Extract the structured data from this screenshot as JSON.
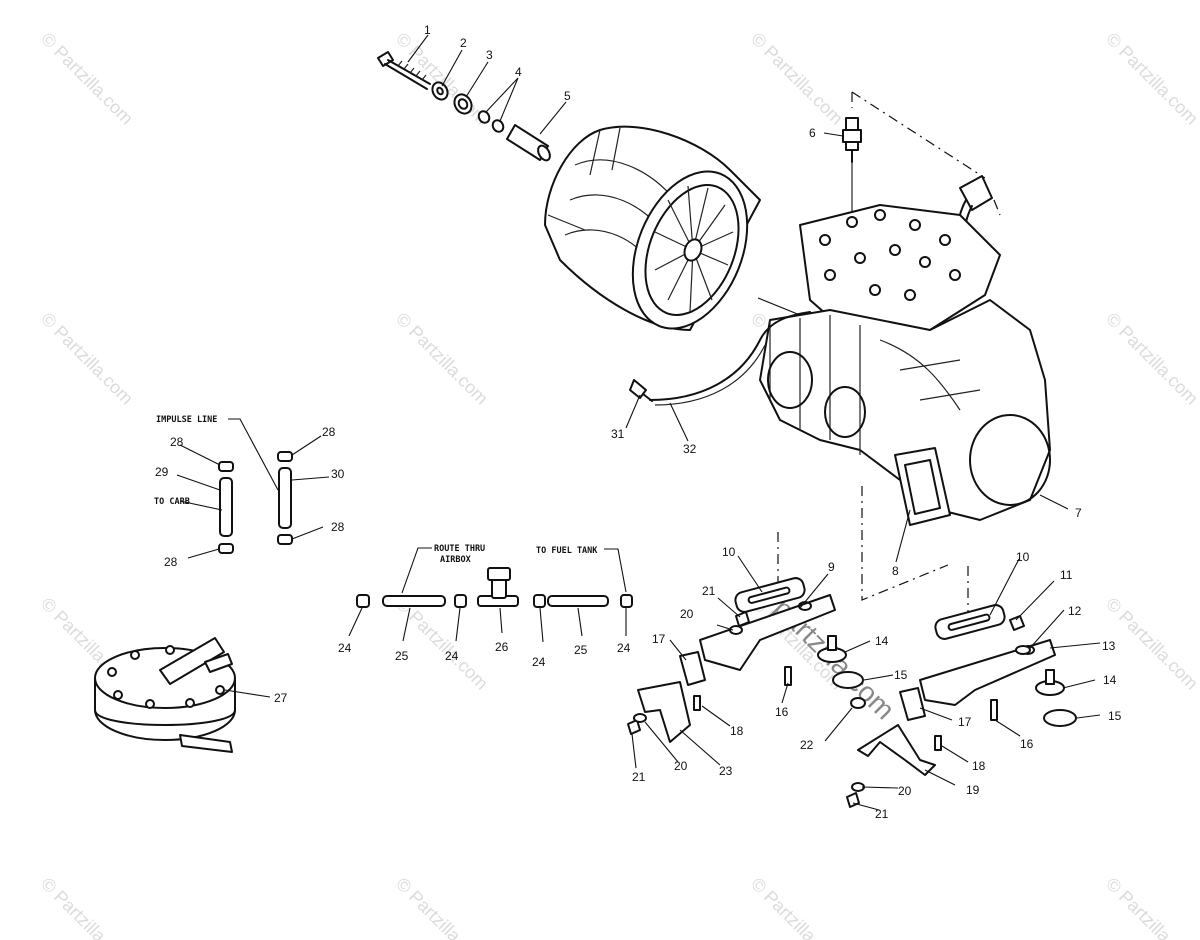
{
  "watermark": {
    "text": "© Partzilla.com",
    "center_text": "partzilla.com"
  },
  "callouts": [
    {
      "id": "c1",
      "label": "1"
    },
    {
      "id": "c2",
      "label": "2"
    },
    {
      "id": "c3",
      "label": "3"
    },
    {
      "id": "c4",
      "label": "4"
    },
    {
      "id": "c5",
      "label": "5"
    },
    {
      "id": "c6",
      "label": "6"
    },
    {
      "id": "c7",
      "label": "7"
    },
    {
      "id": "c8",
      "label": "8"
    },
    {
      "id": "c9",
      "label": "9"
    },
    {
      "id": "c10a",
      "label": "10"
    },
    {
      "id": "c10b",
      "label": "10"
    },
    {
      "id": "c11",
      "label": "11"
    },
    {
      "id": "c12",
      "label": "12"
    },
    {
      "id": "c13",
      "label": "13"
    },
    {
      "id": "c14a",
      "label": "14"
    },
    {
      "id": "c14b",
      "label": "14"
    },
    {
      "id": "c15a",
      "label": "15"
    },
    {
      "id": "c15b",
      "label": "15"
    },
    {
      "id": "c16a",
      "label": "16"
    },
    {
      "id": "c16b",
      "label": "16"
    },
    {
      "id": "c17a",
      "label": "17"
    },
    {
      "id": "c17b",
      "label": "17"
    },
    {
      "id": "c18a",
      "label": "18"
    },
    {
      "id": "c18b",
      "label": "18"
    },
    {
      "id": "c19",
      "label": "19"
    },
    {
      "id": "c20a",
      "label": "20"
    },
    {
      "id": "c20b",
      "label": "20"
    },
    {
      "id": "c20c",
      "label": "20"
    },
    {
      "id": "c21a",
      "label": "21"
    },
    {
      "id": "c21b",
      "label": "21"
    },
    {
      "id": "c21c",
      "label": "21"
    },
    {
      "id": "c22",
      "label": "22"
    },
    {
      "id": "c23",
      "label": "23"
    },
    {
      "id": "c24a",
      "label": "24"
    },
    {
      "id": "c24b",
      "label": "24"
    },
    {
      "id": "c24c",
      "label": "24"
    },
    {
      "id": "c24d",
      "label": "24"
    },
    {
      "id": "c25a",
      "label": "25"
    },
    {
      "id": "c25b",
      "label": "25"
    },
    {
      "id": "c26",
      "label": "26"
    },
    {
      "id": "c27",
      "label": "27"
    },
    {
      "id": "c28a",
      "label": "28"
    },
    {
      "id": "c28b",
      "label": "28"
    },
    {
      "id": "c28c",
      "label": "28"
    },
    {
      "id": "c28d",
      "label": "28"
    },
    {
      "id": "c29",
      "label": "29"
    },
    {
      "id": "c30",
      "label": "30"
    },
    {
      "id": "c31",
      "label": "31"
    },
    {
      "id": "c32",
      "label": "32"
    }
  ],
  "notes": {
    "impulse_line": "IMPULSE LINE",
    "to_carb": "TO CARB",
    "route_thru_1": "ROUTE THRU",
    "route_thru_2": "AIRBOX",
    "to_fuel_tank": "TO FUEL TANK"
  }
}
